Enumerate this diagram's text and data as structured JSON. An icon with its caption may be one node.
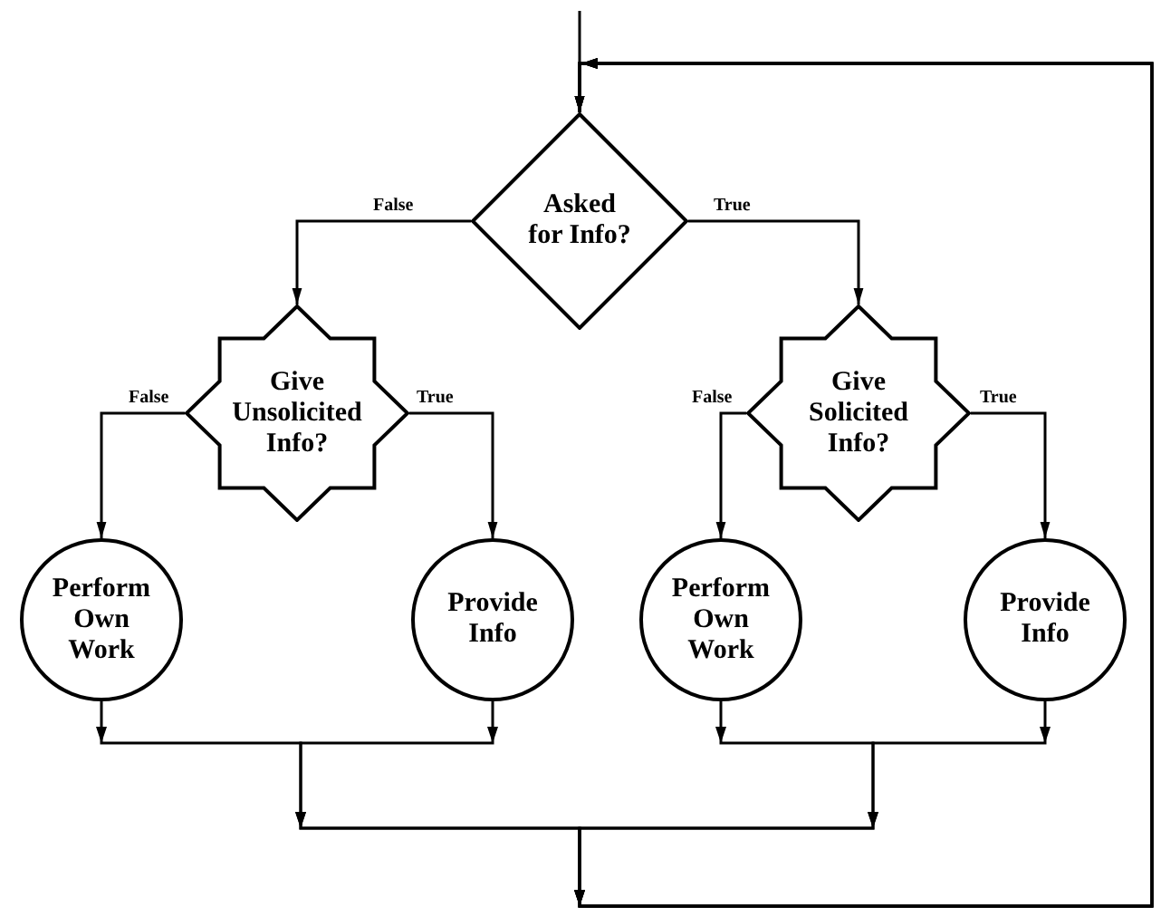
{
  "diagram": {
    "nodes": [
      {
        "text": [
          "Asked for Info?"
        ]
      },
      {
        "text": [
          "Give Unsolicited Info?"
        ]
      },
      {
        "text": [
          "Give Solicited Info?"
        ]
      },
      {
        "text": [
          "Perform Own Work"
        ]
      },
      {
        "text": [
          "Provide Info"
        ]
      },
      {
        "text": [
          "Perform Own Work"
        ]
      },
      {
        "text": [
          "Provide Info"
        ]
      }
    ],
    "edges": [
      {
        "from": null,
        "to": 0,
        "arrow": "to"
      },
      {
        "from": 0,
        "to": 1,
        "arrow": "to",
        "label": "False"
      },
      {
        "from": 0,
        "to": 2,
        "arrow": "to",
        "label": "True"
      },
      {
        "from": 1,
        "to": 3,
        "arrow": "to",
        "label": "False"
      },
      {
        "from": 1,
        "to": 4,
        "arrow": "to",
        "label": "True"
      },
      {
        "from": 2,
        "to": 5,
        "arrow": "to",
        "label": "False"
      },
      {
        "from": 2,
        "to": 6,
        "arrow": "to",
        "label": "True"
      },
      {
        "from": 3,
        "to": 0,
        "arrow": "to"
      },
      {
        "from": 4,
        "to": 0,
        "arrow": "to"
      },
      {
        "from": 5,
        "to": 0,
        "arrow": "to"
      },
      {
        "from": 6,
        "to": 0,
        "arrow": "to"
      }
    ]
  }
}
